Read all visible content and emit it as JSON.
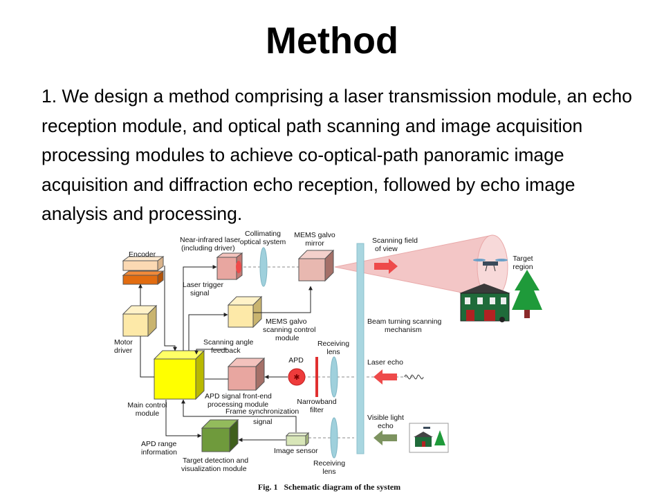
{
  "slide": {
    "title": "Method",
    "body": "1. We design a method comprising a laser transmission module, an echo reception module, and optical path scanning and image acquisition processing modules to achieve co-optical-path panoramic image acquisition and diffraction echo reception, followed by echo image analysis and processing."
  },
  "figure": {
    "caption": "Fig. 1   Schematic diagram of the system",
    "labels": {
      "encoder": "Encoder",
      "motor_driver": [
        "Motor",
        "driver"
      ],
      "main_control": [
        "Main control",
        "module"
      ],
      "apd_range": [
        "APD range",
        "information"
      ],
      "nir_laser": [
        "Near-infrared laser",
        "(including driver)"
      ],
      "laser_trigger": [
        "Laser trigger",
        "signal"
      ],
      "collimating": [
        "Collimating",
        "optical system"
      ],
      "mems_mirror": [
        "MEMS galvo",
        "mirror"
      ],
      "scanning_fov": [
        "Scanning field",
        "of view"
      ],
      "target_region": [
        "Target",
        "region"
      ],
      "mems_control": [
        "MEMS galvo",
        "scanning control",
        "module"
      ],
      "scan_angle": [
        "Scanning angle",
        "feedback"
      ],
      "beam_turning": [
        "Beam turning scanning",
        "mechanism"
      ],
      "apd": "APD",
      "receiving_lens_top": [
        "Receiving",
        "lens"
      ],
      "laser_echo": "Laser echo",
      "apd_frontend": [
        "APD signal front-end",
        "processing module"
      ],
      "narrowband": [
        "Narrowband",
        "filter"
      ],
      "frame_sync": [
        "Frame synchronization",
        "signal"
      ],
      "visible_echo": [
        "Visible light",
        "echo"
      ],
      "image_sensor": "Image sensor",
      "target_detection": [
        "Target detection and",
        "visualization module"
      ],
      "receiving_lens_bottom": [
        "Receiving",
        "lens"
      ]
    }
  },
  "colors": {
    "yellow_box": "#ffff00",
    "cream_box": "#fde9a8",
    "pink_box": "#e8a6a0",
    "green_box": "#6f9a3c",
    "orange_box": "#e26c10",
    "lens": "#9fd0dc",
    "beam": "#f3c6c6",
    "arrow_red": "#ee4a4a",
    "arrow_green": "#7d9360"
  }
}
